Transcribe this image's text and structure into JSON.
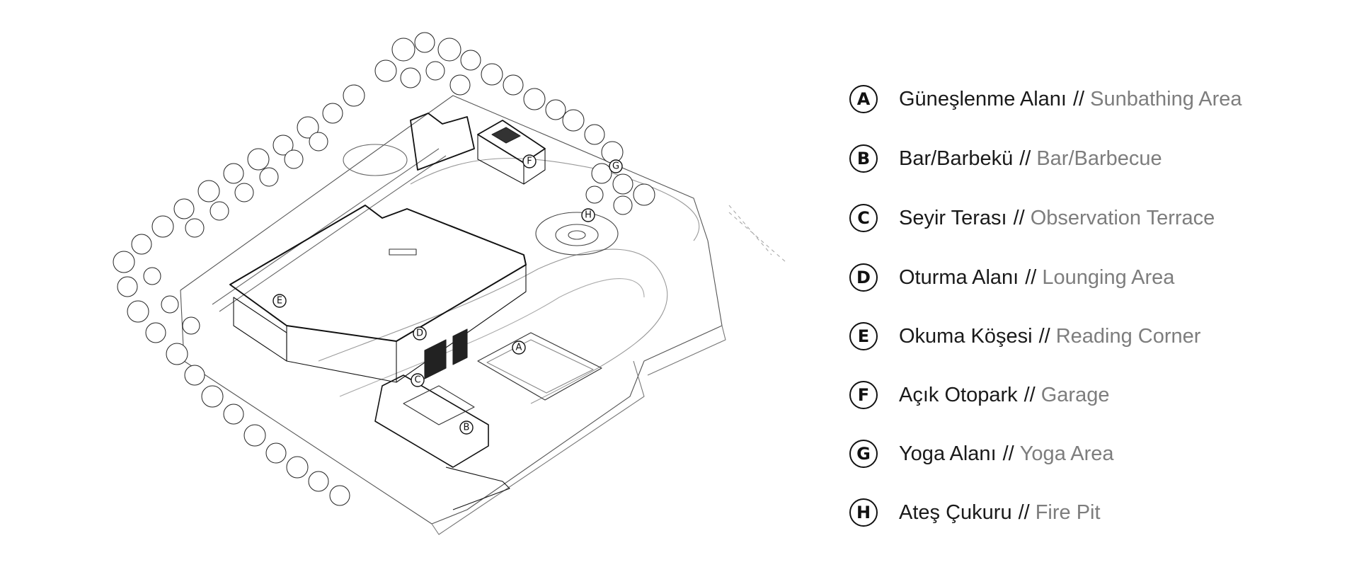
{
  "legend": {
    "items": [
      {
        "letter": "A",
        "tr": "Güneşlenme Alanı",
        "sep": "//",
        "en": "Sunbathing Area"
      },
      {
        "letter": "B",
        "tr": "Bar/Barbekü",
        "sep": "//",
        "en": "Bar/Barbecue"
      },
      {
        "letter": "C",
        "tr": "Seyir Terası",
        "sep": "//",
        "en": "Observation Terrace"
      },
      {
        "letter": "D",
        "tr": "Oturma Alanı",
        "sep": "//",
        "en": "Lounging Area"
      },
      {
        "letter": "E",
        "tr": "Okuma Köşesi",
        "sep": "//",
        "en": "Reading Corner"
      },
      {
        "letter": "F",
        "tr": "Açık Otopark",
        "sep": "//",
        "en": "Garage"
      },
      {
        "letter": "G",
        "tr": "Yoga Alanı",
        "sep": "//",
        "en": "Yoga Area"
      },
      {
        "letter": "H",
        "tr": "Ateş Çukuru",
        "sep": "//",
        "en": "Fire Pit"
      }
    ]
  },
  "drawing": {
    "tags": [
      "A",
      "B",
      "C",
      "D",
      "E",
      "F",
      "G",
      "H"
    ]
  },
  "colors": {
    "line": "#111111",
    "english_text": "#7d7d7d",
    "turkish_text": "#1a1a1a"
  }
}
